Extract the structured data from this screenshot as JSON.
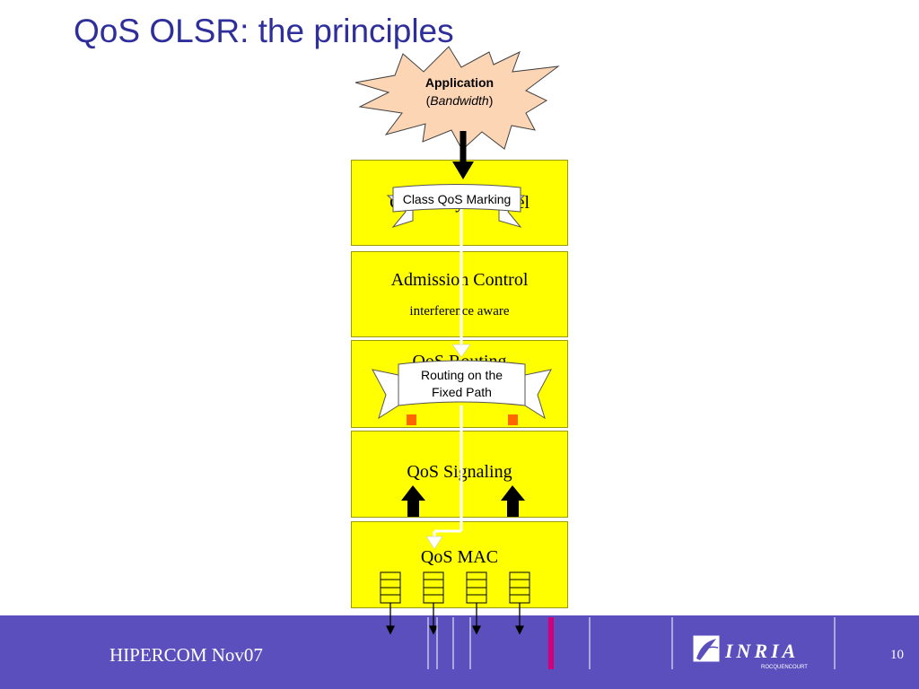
{
  "slide": {
    "title": "QoS OLSR: the principles",
    "footer_text": "HIPERCOM  Nov07",
    "page_number": "10",
    "logo_text": "INRIA",
    "logo_subtext": "ROCQUENCOURT"
  },
  "application": {
    "title": "Application",
    "subtitle_open": "(",
    "subtitle": "Bandwidth",
    "subtitle_close": ")"
  },
  "layers": {
    "cross_layer": "Cross-Layer Model",
    "admission_control": "Admission Control",
    "admission_sub": "interference aware",
    "qos_routing": "QoS Routing",
    "qos_signaling": "QoS Signaling",
    "qos_mac": "QoS MAC"
  },
  "ribbons": {
    "marking": "Class QoS Marking",
    "routing_line1": "Routing on the",
    "routing_line2": "Fixed Path"
  },
  "colors": {
    "title": "#2e2f9a",
    "layer_fill": "#ffff00",
    "footer": "#5a4fbd",
    "burst": "#fcd5b4",
    "accent": "#d4007a"
  }
}
